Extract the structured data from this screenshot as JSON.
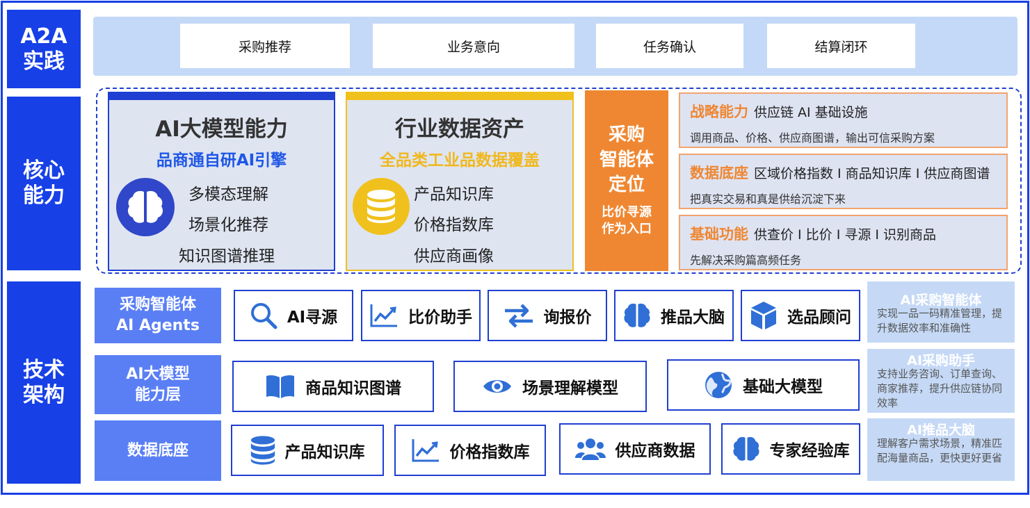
{
  "colors": {
    "primary_blue": "#1740e6",
    "orange": "#ef8732",
    "yellow": "#f0c11d",
    "light_blue": "#c4d9f7",
    "mid_blue": "#5a7ff5"
  },
  "sections": {
    "a2a": "A2A\n实践",
    "core": "核心\n能力",
    "tech": "技术\n架构"
  },
  "a2a_items": [
    "采购推荐",
    "业务意向",
    "任务确认",
    "结算闭环"
  ],
  "core": {
    "ai_model": {
      "title": "AI大模型能力",
      "subtitle": "品商通自研AI引擎",
      "items": [
        "多模态理解",
        "场景化推荐",
        "知识图谱推理"
      ],
      "icon": "brain-icon"
    },
    "industry_data": {
      "title": "行业数据资产",
      "subtitle": "全品类工业品数据覆盖",
      "items": [
        "产品知识库",
        "价格指数库",
        "供应商画像"
      ],
      "icon": "database-icon"
    },
    "positioning": {
      "title": "采购\n智能体\n定位",
      "sub": "比价寻源\n作为入口"
    },
    "strategy": [
      {
        "tag": "战略能力",
        "text": "供应链 AI 基础设施",
        "desc": "调用商品、价格、供应商图谱，输出可信采购方案"
      },
      {
        "tag": "数据底座",
        "text": "区域价格指数 I 商品知识库 I 供应商图谱",
        "desc": "把真实交易和真是供给沉淀下来"
      },
      {
        "tag": "基础功能",
        "text": "供查价 I 比价 I  寻源 I 识别商品",
        "desc": "先解决采购篇高频任务"
      }
    ]
  },
  "tech": {
    "rows": [
      {
        "label": "采购智能体\nAI Agents",
        "items": [
          {
            "label": "AI寻源",
            "icon": "search-icon"
          },
          {
            "label": "比价助手",
            "icon": "line-chart-icon"
          },
          {
            "label": "询报价",
            "icon": "exchange-arrows-icon"
          },
          {
            "label": "推品大脑",
            "icon": "brain-icon"
          },
          {
            "label": "选品顾问",
            "icon": "cube-icon"
          }
        ]
      },
      {
        "label": "AI大模型\n能力层",
        "items": [
          {
            "label": "商品知识图谱",
            "icon": "book-icon"
          },
          {
            "label": "场景理解模型",
            "icon": "eye-icon"
          },
          {
            "label": "基础大模型",
            "icon": "globe-icon"
          }
        ]
      },
      {
        "label": "数据底座",
        "items": [
          {
            "label": "产品知识库",
            "icon": "database-icon"
          },
          {
            "label": "价格指数库",
            "icon": "line-chart-icon"
          },
          {
            "label": "供应商数据",
            "icon": "users-icon"
          },
          {
            "label": "专家经验库",
            "icon": "brain-icon"
          }
        ]
      }
    ],
    "info": [
      {
        "title": "AI采购智能体",
        "desc": "实现一品一码精准管理，提升数据效率和准确性"
      },
      {
        "title": "AI采购助手",
        "desc": "支持业务咨询、订单查询、商家推荐，提升供应链协同效率"
      },
      {
        "title": "AI推品大脑",
        "desc": "理解客户需求场景，精准匹配海量商品，更快更好更省"
      }
    ]
  }
}
